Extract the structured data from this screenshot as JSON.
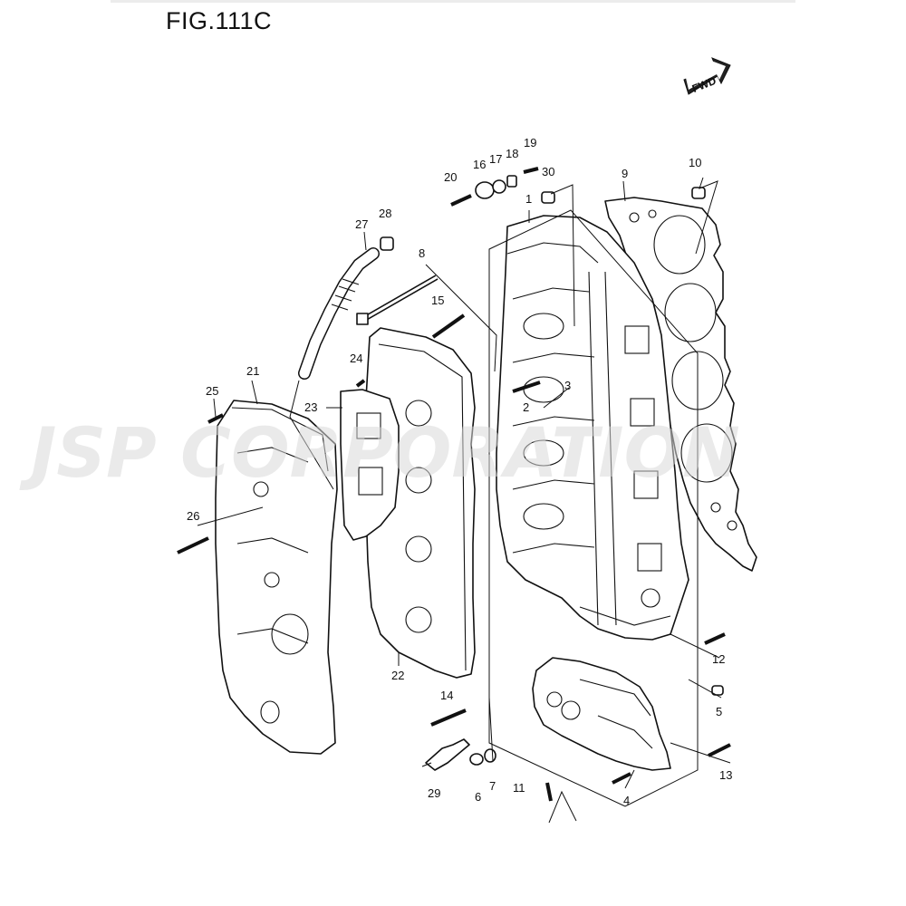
{
  "figure": {
    "title": "FIG.111C",
    "fwd_label": "FWD"
  },
  "watermark": {
    "text": "JSP CORPORATION"
  },
  "callouts": [
    {
      "id": "c1",
      "label": "1"
    },
    {
      "id": "c2",
      "label": "2"
    },
    {
      "id": "c3",
      "label": "3"
    },
    {
      "id": "c4",
      "label": "4"
    },
    {
      "id": "c5",
      "label": "5"
    },
    {
      "id": "c6",
      "label": "6"
    },
    {
      "id": "c7",
      "label": "7"
    },
    {
      "id": "c8",
      "label": "8"
    },
    {
      "id": "c9",
      "label": "9"
    },
    {
      "id": "c10",
      "label": "10"
    },
    {
      "id": "c11",
      "label": "11"
    },
    {
      "id": "c12",
      "label": "12"
    },
    {
      "id": "c13",
      "label": "13"
    },
    {
      "id": "c14",
      "label": "14"
    },
    {
      "id": "c15",
      "label": "15"
    },
    {
      "id": "c16",
      "label": "16"
    },
    {
      "id": "c17",
      "label": "17"
    },
    {
      "id": "c18",
      "label": "18"
    },
    {
      "id": "c19",
      "label": "19"
    },
    {
      "id": "c20",
      "label": "20"
    },
    {
      "id": "c21",
      "label": "21"
    },
    {
      "id": "c22",
      "label": "22"
    },
    {
      "id": "c23",
      "label": "23"
    },
    {
      "id": "c24",
      "label": "24"
    },
    {
      "id": "c25",
      "label": "25"
    },
    {
      "id": "c26",
      "label": "26"
    },
    {
      "id": "c27",
      "label": "27"
    },
    {
      "id": "c28",
      "label": "28"
    },
    {
      "id": "c29",
      "label": "29"
    },
    {
      "id": "c30",
      "label": "30"
    }
  ]
}
